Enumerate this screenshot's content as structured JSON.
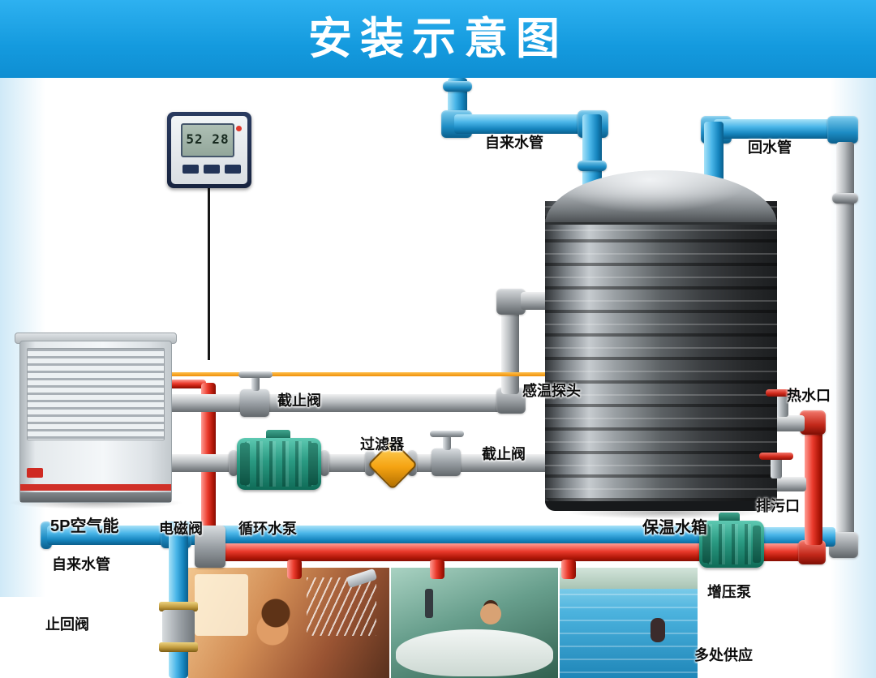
{
  "header": {
    "title": "安装示意图"
  },
  "controller": {
    "display": "52 28"
  },
  "labels": {
    "tap_water_top": "自来水管",
    "return_pipe": "回水管",
    "stop_valve_upper": "截止阀",
    "temp_sensor": "感温探头",
    "filter": "过滤器",
    "stop_valve_lower": "截止阀",
    "hot_water_outlet": "热水口",
    "drain_outlet": "排污口",
    "tank": "保温水箱",
    "heat_pump": "5P空气能",
    "solenoid_valve": "电磁阀",
    "circulation_pump": "循环水泵",
    "tap_water_left": "自来水管",
    "check_valve": "止回阀",
    "booster_pump": "增压泵",
    "multi_supply": "多处供应"
  },
  "colors": {
    "header_blue": "#149ade",
    "pipe_blue": "#2fa9e3",
    "pipe_red": "#d92b1f",
    "pipe_gray": "#a9adb0",
    "pump_green": "#2a9a82",
    "sensor_orange": "#f7a21a"
  }
}
